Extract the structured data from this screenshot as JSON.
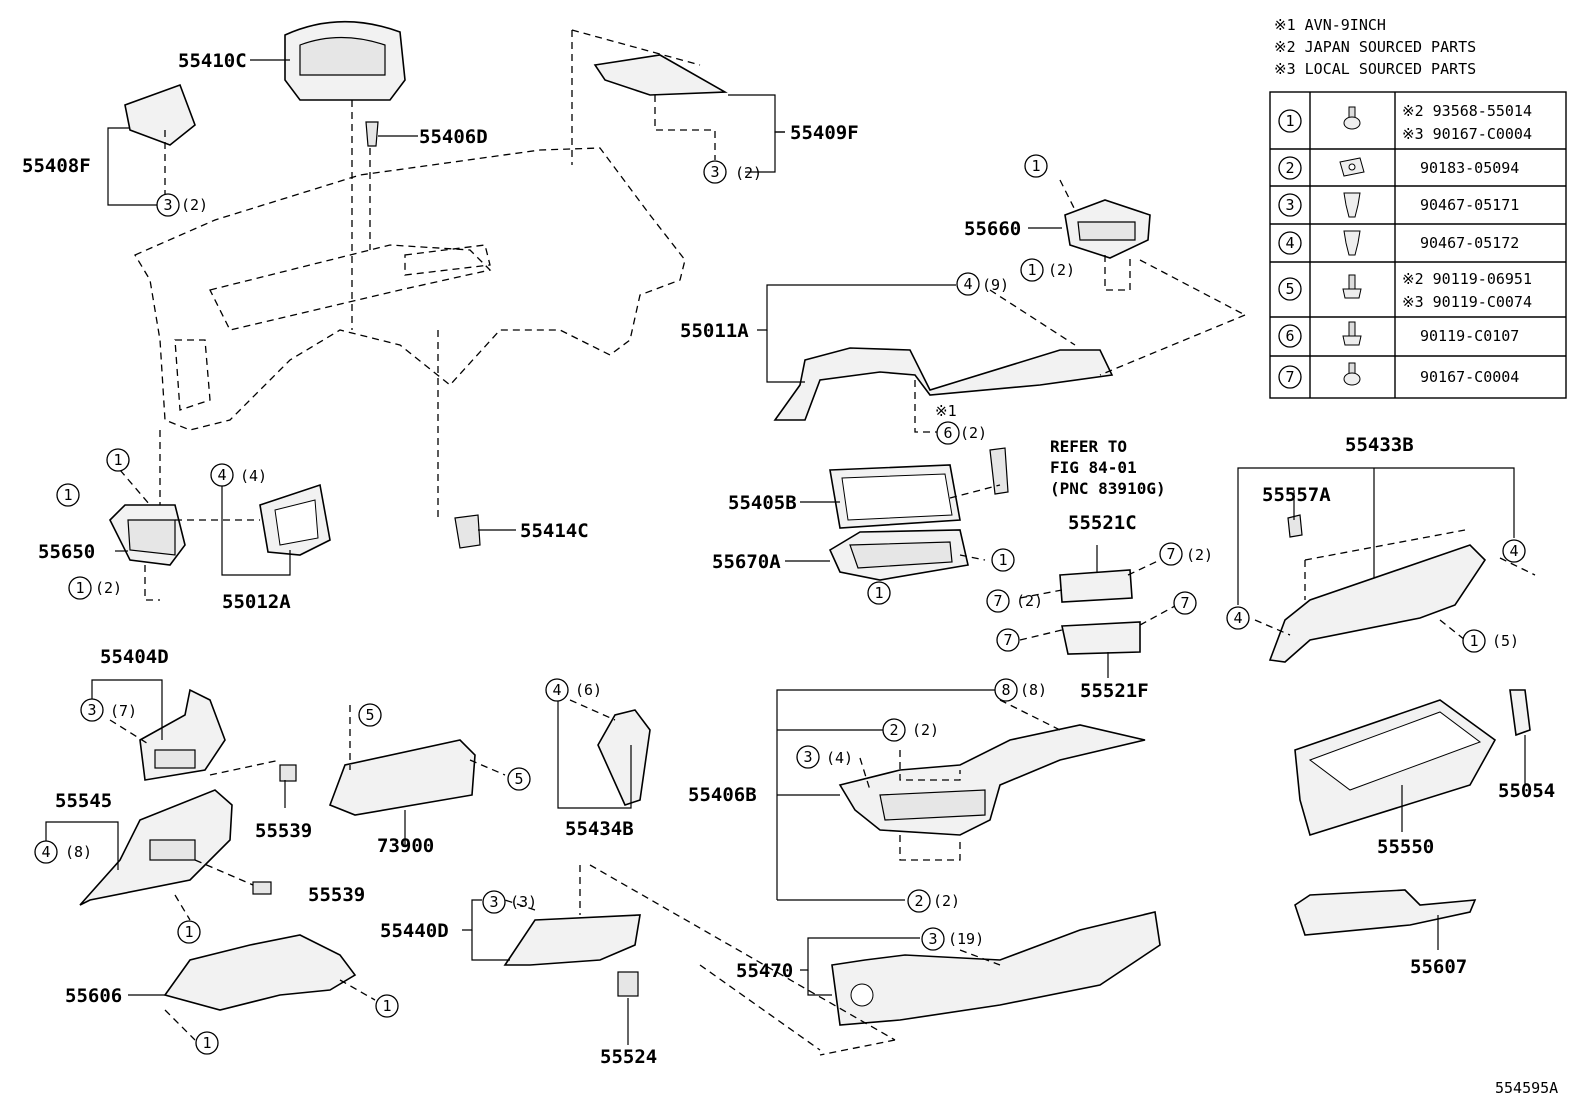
{
  "notes": [
    "※1 AVN-9INCH",
    "※2 JAPAN SOURCED PARTS",
    "※3 LOCAL SOURCED PARTS"
  ],
  "fastener_table": [
    {
      "num": "1",
      "icon": "screw-icon",
      "parts": [
        "※2 93568-55014",
        "※3 90167-C0004"
      ]
    },
    {
      "num": "2",
      "icon": "clip-nut-icon",
      "parts": [
        "90183-05094"
      ]
    },
    {
      "num": "3",
      "icon": "push-clip-icon",
      "parts": [
        "90467-05171"
      ]
    },
    {
      "num": "4",
      "icon": "push-clip-icon",
      "parts": [
        "90467-05172"
      ]
    },
    {
      "num": "5",
      "icon": "bolt-icon",
      "parts": [
        "※2 90119-06951",
        "※3 90119-C0074"
      ]
    },
    {
      "num": "6",
      "icon": "bolt-icon",
      "parts": [
        "90119-C0107"
      ]
    },
    {
      "num": "7",
      "icon": "screw-icon",
      "parts": [
        "90167-C0004"
      ]
    }
  ],
  "part_labels": {
    "p55410C": "55410C",
    "p55406D": "55406D",
    "p55408F": "55408F",
    "p55409F": "55409F",
    "p55660": "55660",
    "p55011A": "55011A",
    "p55650": "55650",
    "p55012A": "55012A",
    "p55414C": "55414C",
    "p55405B": "55405B",
    "p55670A": "55670A",
    "p55521C": "55521C",
    "p55521F": "55521F",
    "p55433B": "55433B",
    "p55557A": "55557A",
    "p55404D": "55404D",
    "p55545": "55545",
    "p55539a": "55539",
    "p55539b": "55539",
    "p73900": "73900",
    "p55434B": "55434B",
    "p55406B": "55406B",
    "p55054": "55054",
    "p55550": "55550",
    "p55606": "55606",
    "p55440D": "55440D",
    "p55524": "55524",
    "p55470": "55470",
    "p55607": "55607"
  },
  "callout_qty": {
    "q1": "(2)",
    "q2": "(2)",
    "q3": "(9)",
    "q4": "(2)",
    "q5": "(2)",
    "q6": "(4)",
    "q7": "(2)",
    "q8": "(2)",
    "q9": "(2)",
    "q10": "(5)",
    "q11": "(7)",
    "q12": "(8)",
    "q13": "(6)",
    "q14": "(8)",
    "q15": "(2)",
    "q16": "(4)",
    "q17": "(2)",
    "q18": "(3)",
    "q19": "(19)"
  },
  "reference_note": [
    "REFER TO",
    "FIG 84-01",
    "(PNC 83910G)"
  ],
  "marker_1": "※1",
  "figure_id": "554595A"
}
